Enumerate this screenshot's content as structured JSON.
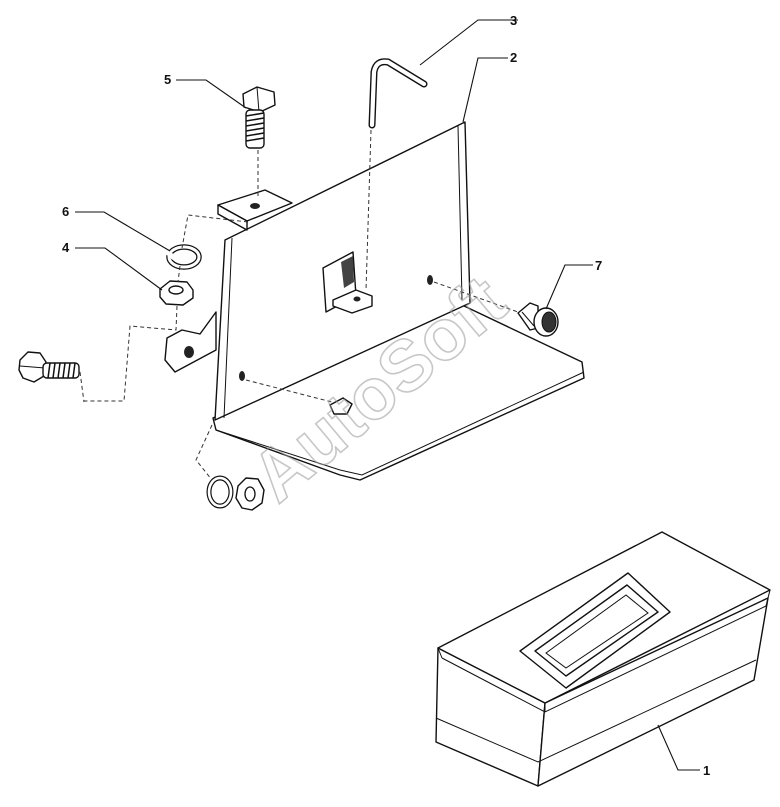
{
  "callouts": [
    {
      "id": "callout-1",
      "label": "1"
    },
    {
      "id": "callout-2",
      "label": "2"
    },
    {
      "id": "callout-3",
      "label": "3"
    },
    {
      "id": "callout-4",
      "label": "4"
    },
    {
      "id": "callout-5",
      "label": "5"
    },
    {
      "id": "callout-6",
      "label": "6"
    },
    {
      "id": "callout-7",
      "label": "7"
    }
  ],
  "watermark": {
    "text": "AutoSoft"
  }
}
